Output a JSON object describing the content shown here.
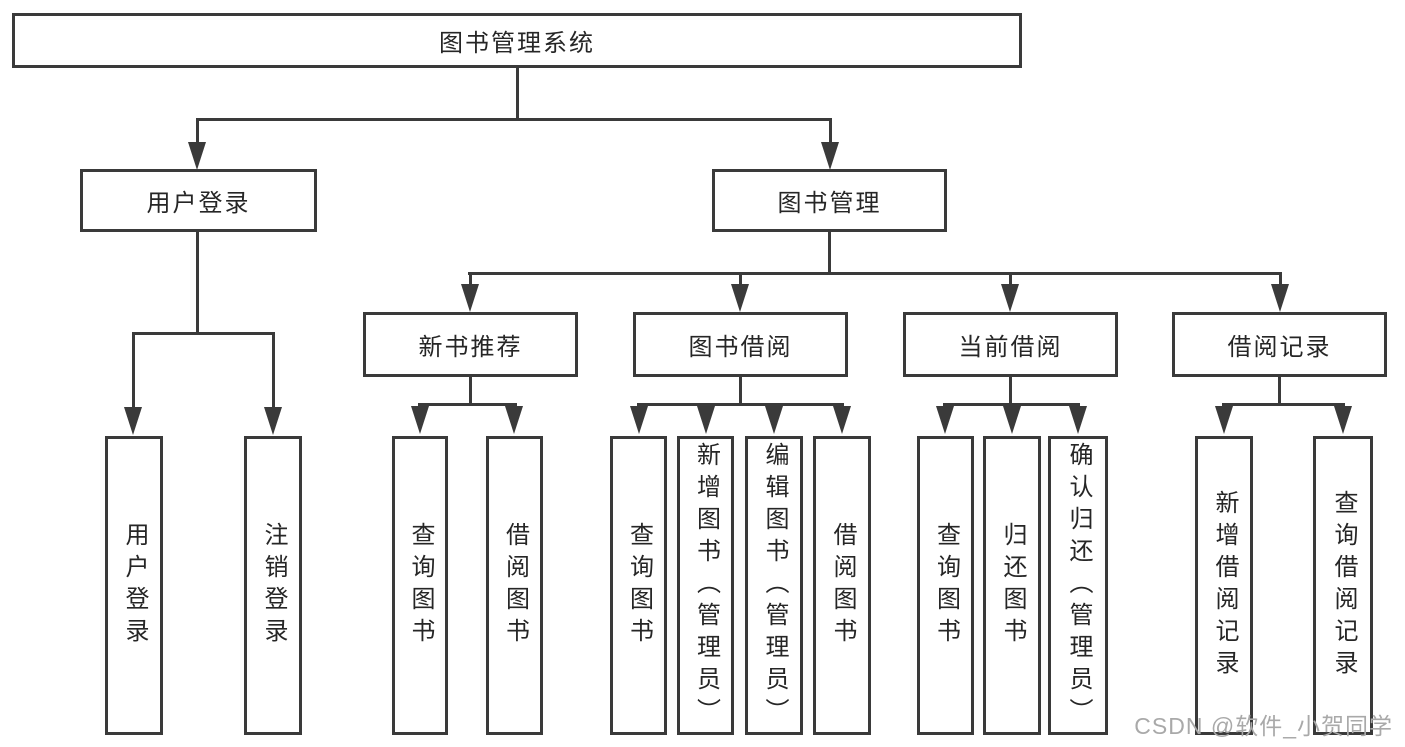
{
  "theme": {
    "line": "#3a3a3a",
    "text": "#262626",
    "background": "#ffffff",
    "watermark": "#a9a9a9"
  },
  "chart": {
    "type": "hierarchy-diagram",
    "root": {
      "label": "图书管理系统"
    },
    "branches": [
      {
        "label": "用户登录",
        "children": [
          {
            "label": "用户登录"
          },
          {
            "label": "注销登录"
          }
        ]
      },
      {
        "label": "图书管理",
        "children": [
          {
            "label": "新书推荐",
            "children": [
              {
                "label": "查询图书"
              },
              {
                "label": "借阅图书"
              }
            ]
          },
          {
            "label": "图书借阅",
            "children": [
              {
                "label": "查询图书"
              },
              {
                "label": "新增图书（管理员）"
              },
              {
                "label": "编辑图书（管理员）"
              },
              {
                "label": "借阅图书"
              }
            ]
          },
          {
            "label": "当前借阅",
            "children": [
              {
                "label": "查询图书"
              },
              {
                "label": "归还图书"
              },
              {
                "label": "确认归还（管理员）"
              }
            ]
          },
          {
            "label": "借阅记录",
            "children": [
              {
                "label": "新增借阅记录"
              },
              {
                "label": "查询借阅记录"
              }
            ]
          }
        ]
      }
    ]
  },
  "watermark": {
    "text": "CSDN @软件_小贺同学"
  }
}
